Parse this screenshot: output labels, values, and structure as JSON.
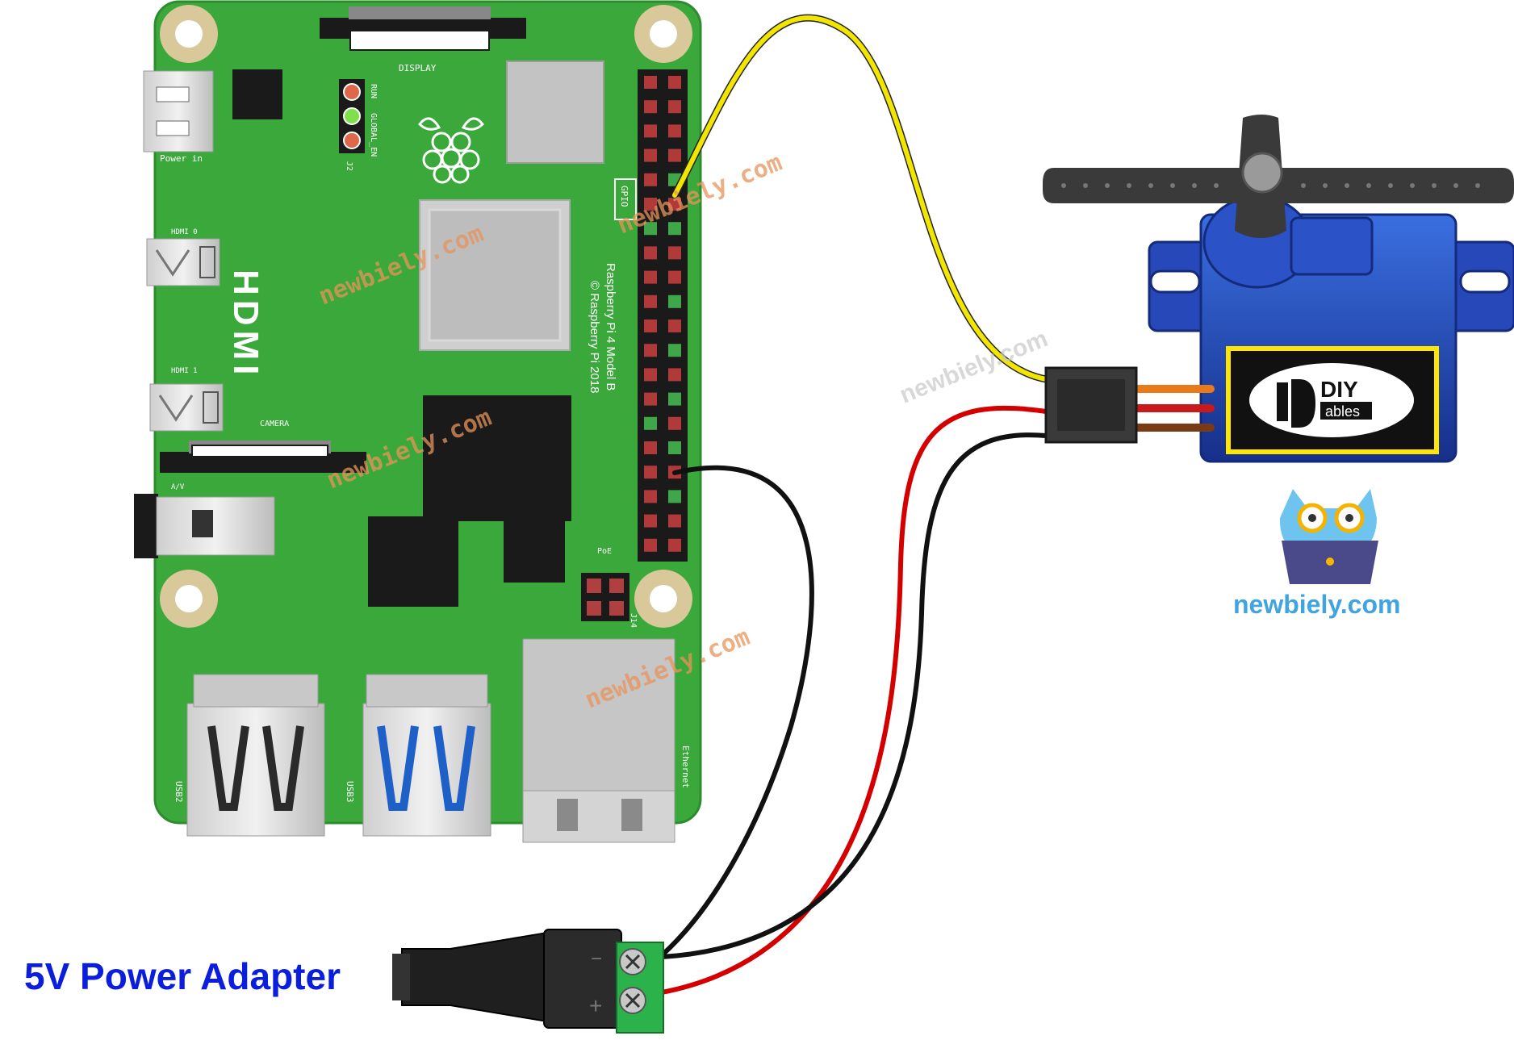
{
  "board": {
    "model_line1": "Raspberry Pi 4 Model B",
    "model_line2": "© Raspberry Pi 2018",
    "display": "DISPLAY",
    "power_in": "Power in",
    "hdmi0": "HDMI 0",
    "hdmi1": "HDMI 1",
    "hdmi_big": "HDMI",
    "camera": "CAMERA",
    "av": "A/V",
    "gpio": "GPIO",
    "poe": "PoE",
    "j14": "J14",
    "j2": "J2",
    "run": "RUN",
    "global_en": "GLOBAL_EN",
    "usb2": "USB2",
    "usb3": "USB3",
    "ethernet": "Ethernet"
  },
  "servo": {
    "logo_diy": "DIY",
    "logo_ables": "ables"
  },
  "brand": {
    "site": "newbiely.com",
    "watermark": "newbiely.com"
  },
  "adapter": {
    "label": "5V Power Adapter",
    "minus": "−",
    "plus": "+"
  },
  "colors": {
    "board": "#3aa83a",
    "board_edge": "#2e8b2e",
    "wire_signal": "#f2e600",
    "wire_power": "#d40000",
    "wire_ground": "#111111",
    "servo_body": "#1e46b4",
    "label_blue": "#0a1edc",
    "brand_blue": "#3fa4e0",
    "watermark": "#e8935a"
  },
  "icons": [
    "raspberry-logo-icon",
    "owl-laptop-icon",
    "screw-terminal-icon"
  ]
}
